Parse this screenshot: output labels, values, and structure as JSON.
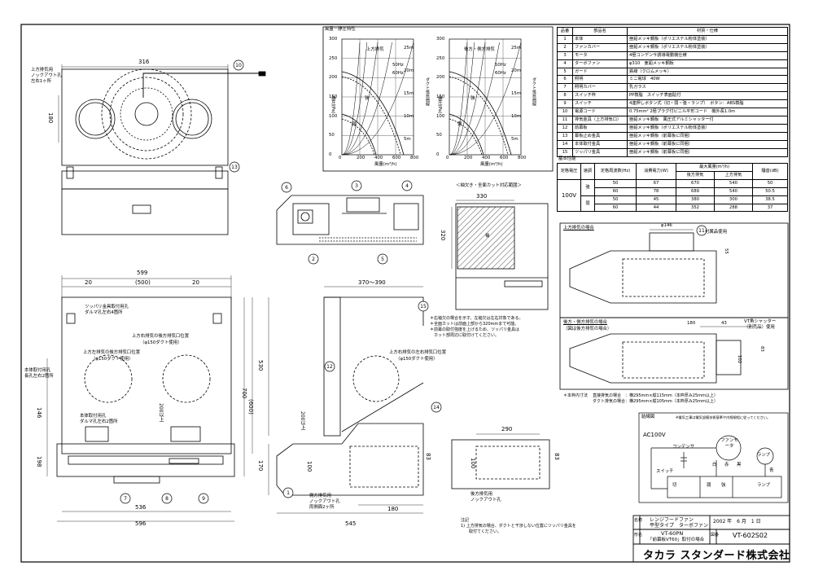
{
  "charts": {
    "left_title": "風量－静圧特性",
    "left_series_label": "上方排気",
    "right_series_label": "後方・側方排気",
    "xlabel": "風量(m³/h)",
    "ylabel": "静圧(Pa)",
    "legend_50": "50Hz",
    "legend_60": "60Hz",
    "y_ticks": [
      "300",
      "250",
      "200",
      "150",
      "100",
      "50",
      "0"
    ],
    "x_ticks": [
      "0",
      "200",
      "400",
      "600",
      "800"
    ],
    "side_label": "ダクト抵抗曲線",
    "strong": "強",
    "weak": "弱",
    "lengths": [
      "25m",
      "20m",
      "15m",
      "10m",
      "5m"
    ]
  },
  "parts_table": {
    "headers": [
      "品番",
      "部品名",
      "材質・仕様"
    ],
    "rows": [
      [
        "1",
        "本体",
        "亜鉛メッキ鋼板（ポリエステル粉体塗装）"
      ],
      [
        "2",
        "ファンカバー",
        "亜鉛メッキ鋼板（ポリエステル粉体塗装）"
      ],
      [
        "3",
        "モータ",
        "4極コンデンサ誘導電動機仕様"
      ],
      [
        "4",
        "ターボファン",
        "φ310　亜鉛メッキ鋼板"
      ],
      [
        "5",
        "ガード",
        "鉄線（クロムメッキ）"
      ],
      [
        "6",
        "照明",
        "ミニ電球　40W"
      ],
      [
        "7",
        "照明カバー",
        "乳ガラス"
      ],
      [
        "8",
        "スイッチ枠",
        "PP樹脂　スイッチ表面貼付"
      ],
      [
        "9",
        "スイッチ",
        "4連押しボタン式（切・弱・強・ランプ）　ボタン：ABS樹脂"
      ],
      [
        "10",
        "電源コード",
        "0.75mm² 2極プラグ付ビニル平形コード　機外長1.0m"
      ],
      [
        "11",
        "排気金具（上方排気口）",
        "亜鉛メッキ鋼板　風圧式アルミシャッター付"
      ],
      [
        "12",
        "前幕板",
        "亜鉛メッキ鋼板（ポリエステル粉体塗装）"
      ],
      [
        "13",
        "幕板止め金具",
        "亜鉛メッキ鋼板（前幕板に同梱）"
      ],
      [
        "14",
        "本体取付金具",
        "亜鉛メッキ鋼板（前幕板に同梱）"
      ],
      [
        "15",
        "ツッパリ金具",
        "亜鉛メッキ鋼板（前幕板に同梱）"
      ]
    ]
  },
  "performance": {
    "title": "基本性能",
    "h_voltage": "定格電圧",
    "h_speed": "速調",
    "h_freq": "定格周波数(Hz)",
    "h_power": "消費電力(W)",
    "h_airflow": "最大風量(m³/h)",
    "h_rear": "後方排気",
    "h_top": "上方排気",
    "h_noise": "騒音(dB)",
    "voltage": "100V",
    "strong": "強",
    "weak": "弱",
    "rows": [
      [
        "50",
        "67",
        "670",
        "540",
        "50"
      ],
      [
        "60",
        "78",
        "689",
        "540",
        "50.5"
      ],
      [
        "50",
        "45",
        "380",
        "300",
        "38.5"
      ],
      [
        "60",
        "44",
        "352",
        "288",
        "37"
      ]
    ]
  },
  "side": {
    "top_exhaust": "上方排気の場合",
    "rear_exhaust": "後方・側方排気の場合",
    "rear_note": "（図は後方排気の場合）",
    "phi146": "φ146",
    "accessory": "付属品使用",
    "vt_shutter": "VT角シャッター",
    "vt_shutter2": "（別売品）使用",
    "dim180": "180",
    "dim43": "43",
    "dim83": "83",
    "dim102": "102",
    "dim55": "55",
    "frame_label": "＊本枠内寸法",
    "frame_direct": "直接排気の場合　：横295mm×縦115mm（本枠厚み25mm以上）",
    "frame_duct": "ダクト排気の場合：横295mm×縦105mm（本枠厚み25mm以上）"
  },
  "wiring": {
    "title": "結線図",
    "note": "※電気工事は電気設備技術基準や内線規程に従ってください。",
    "ac": "AC100V",
    "condenser": "コンデンサ",
    "fan_motor": "ファンモータ",
    "lamp": "ランプ",
    "switch": "スイッチ",
    "off": "切",
    "weak": "弱",
    "strong": "強",
    "lamp2": "ランプ",
    "white": "白",
    "black": "黒",
    "red": "赤",
    "blue": "青"
  },
  "drawing": {
    "top_label1": "上方排気用",
    "top_label2": "ノックアウト孔",
    "top_label3": "左右1ヶ所",
    "d316": "316",
    "d180": "180",
    "cut_title": "＜袖欠き・全面カット対応範囲＞",
    "d330": "330",
    "d320": "320",
    "hatch": "袖",
    "note1": "＊右袖欠の場合を示す。左袖欠は左右対象である。",
    "note2": "＊全面カットは前面上部から320mmまで可能。",
    "note3": "＊前幕の取付強度を上げるため、ツッパリ金具は",
    "note4": "　カット部周辺に取付けてください。",
    "d599": "599",
    "d20a": "20",
    "d500": "(500)",
    "d20b": "20",
    "d370": "370～390",
    "f_label1": "ツッパリ金具取付用孔",
    "f_label2": "ダルマ孔左右4箇所",
    "f_rear1": "上方右排気の後方排気口位置",
    "f_rear2": "（φ150ダクト使用）",
    "f_rear3": "上方左排気の後方排気口位置",
    "f_rear4": "（φ150ダクト使用）",
    "f_side1": "上方右排気の左右排気口位置",
    "f_side2": "（φ150ダクト使用）",
    "body_hole1": "本体取付用孔",
    "body_hole2": "長孔左右2箇所",
    "body_hole3": "本体取付用孔",
    "body_hole4": "ダルマ孔左右2箇所",
    "d146": "146",
    "d198": "198",
    "d2004a": "200以上",
    "d2004b": "200以上",
    "d530": "530",
    "d700": "700",
    "d600": "(600)",
    "d170": "170",
    "d100a": "100",
    "d100b": "100",
    "d83a": "83",
    "d83b": "83",
    "d290": "290",
    "d536": "536",
    "d596": "596",
    "d545": "545",
    "d180b": "180",
    "knock1": "側方排気用",
    "knock2": "ノックアウト孔",
    "knock3": "両側面2ヶ所",
    "knock4": "後方排気用",
    "knock5": "ノックアウト孔",
    "caution1": "注記",
    "caution2": "1) 上方排気の場合、ダクトと干渉しない位置にツッパリ金具を",
    "caution3": "　　取付てください。"
  },
  "title_block": {
    "name_label": "名称",
    "name1": "レンジフードファン",
    "name2": "平型タイプ　ターボファン",
    "model_label": "形名",
    "model1": "VT-60PN",
    "model2": "「前幕板VT60」取付の場合",
    "date": "2002 年　6 月　1 日",
    "drawing_label": "図番",
    "drawing_no": "VT-602S02",
    "company": "タカラ スタンダード株式会社"
  },
  "callouts": [
    "1",
    "2",
    "3",
    "4",
    "5",
    "6",
    "7",
    "8",
    "9",
    "10",
    "11",
    "12",
    "13",
    "14",
    "15"
  ]
}
